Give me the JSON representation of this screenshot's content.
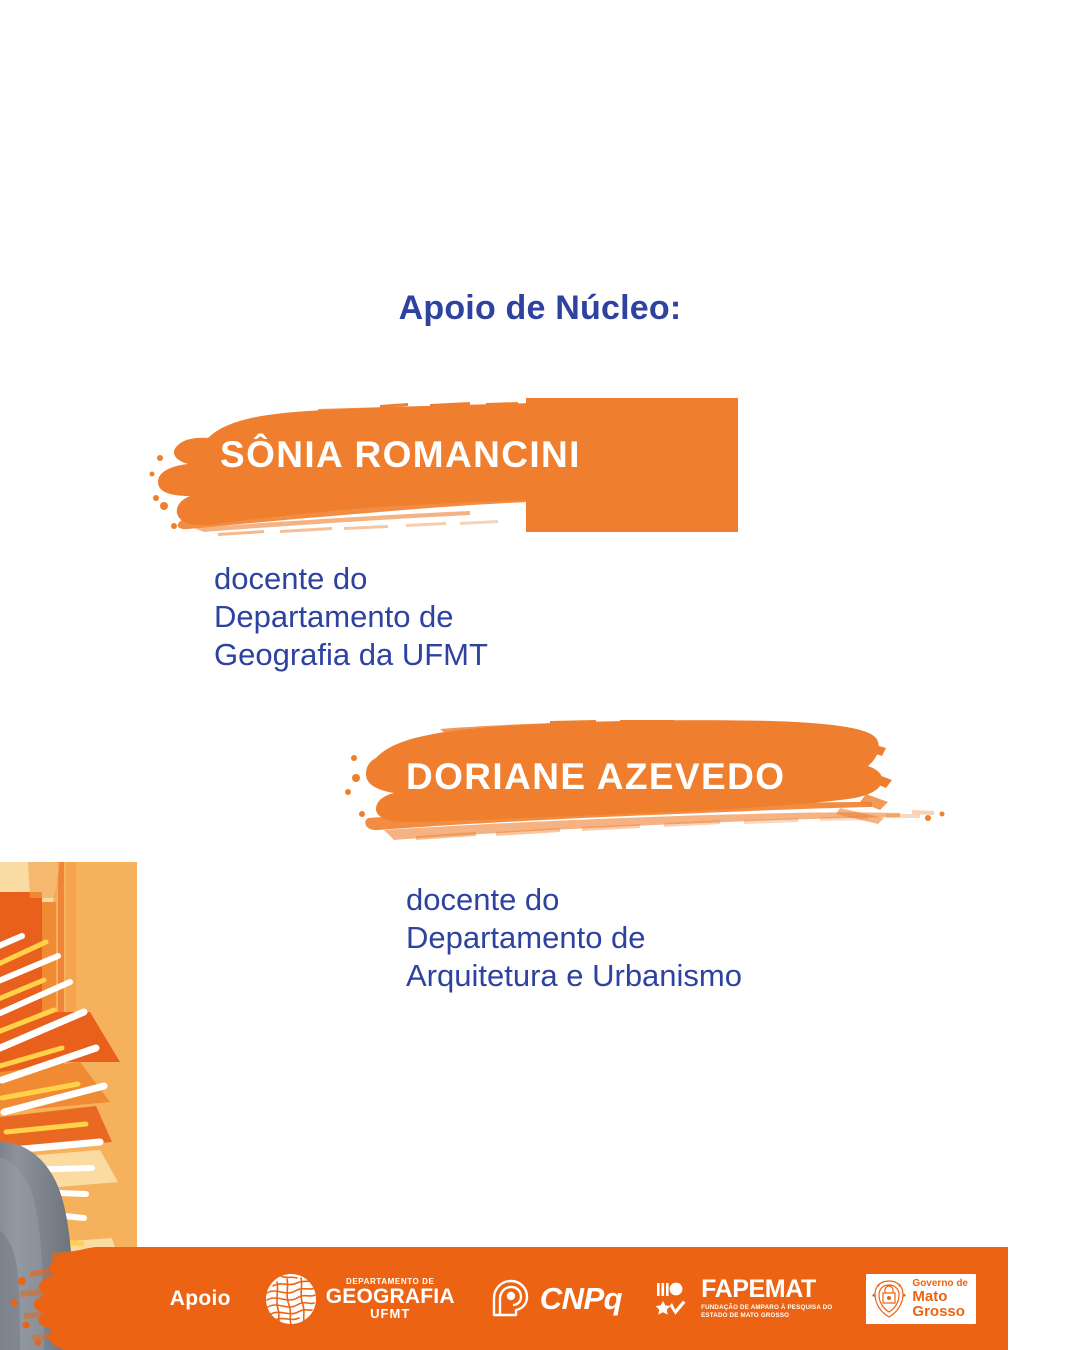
{
  "heading": {
    "text": "Apoio de Núcleo:"
  },
  "colors": {
    "orange": "#ef7f2e",
    "orange_footer": "#ec6413",
    "blue": "#2e42a0",
    "white": "#ffffff"
  },
  "people": [
    {
      "name": "SÔNIA ROMANCINI",
      "role": "docente do\nDepartamento de\nGeografia da UFMT"
    },
    {
      "name": "DORIANE AZEVEDO",
      "role": "docente do\nDepartamento de\nArquitetura e Urbanismo"
    }
  ],
  "footer": {
    "apoio_label": "Apoio",
    "logos": [
      {
        "name": "geografia-ufmt-logo",
        "line1": "DEPARTAMENTO DE",
        "line2": "GEOGRAFIA",
        "line3": "UFMT"
      },
      {
        "name": "cnpq-logo",
        "line1": "CNPq"
      },
      {
        "name": "fapemat-logo",
        "line1": "FAPEMAT",
        "line2": "FUNDAÇÃO DE AMPARO À PESQUISA DO\nESTADO DE MATO GROSSO"
      },
      {
        "name": "governo-mato-grosso-logo",
        "line1": "Governo de",
        "line2": "Mato",
        "line3": "Grosso"
      }
    ]
  },
  "photo": {
    "alt": "Foto de pessoa com camisa cinza sobre fundo laranja abstrato"
  }
}
